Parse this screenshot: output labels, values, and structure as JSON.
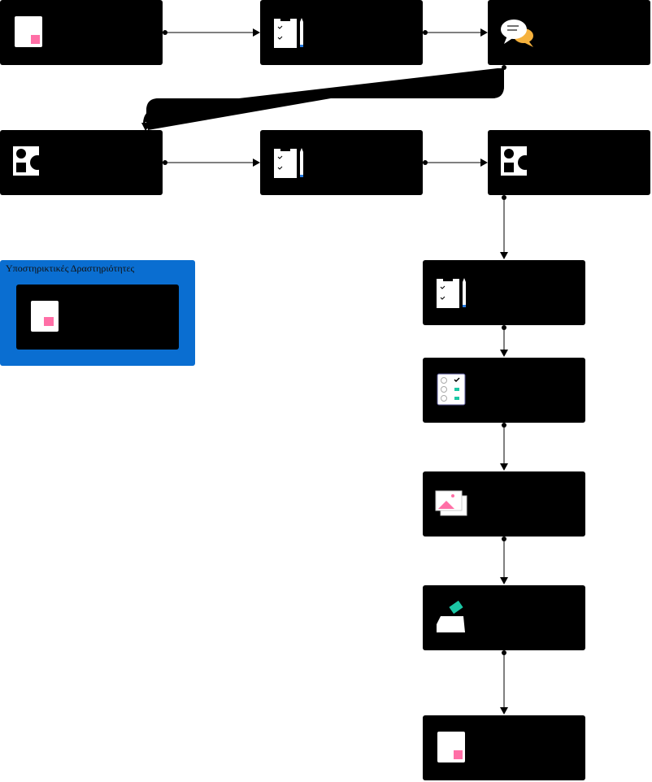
{
  "colors": {
    "node_bg": "#000000",
    "group_bg": "#0a6ed1",
    "connector": "#000000",
    "accent_pink": "#ff6fa6",
    "accent_teal": "#1bc7a5",
    "accent_blue": "#2a7de1",
    "accent_orange": "#f5b13d"
  },
  "support_group": {
    "title": "Υποστηρικτικές Δραστηριότητες"
  },
  "nodes": [
    {
      "id": "n1",
      "icon": "document-icon"
    },
    {
      "id": "n2",
      "icon": "clipboard-pencil-icon"
    },
    {
      "id": "n3",
      "icon": "chat-bubbles-icon"
    },
    {
      "id": "n4",
      "icon": "shapes-icon"
    },
    {
      "id": "n5",
      "icon": "clipboard-pencil-icon"
    },
    {
      "id": "n6",
      "icon": "shapes-icon"
    },
    {
      "id": "n7",
      "icon": "clipboard-pencil-icon"
    },
    {
      "id": "n8",
      "icon": "checklist-icon"
    },
    {
      "id": "n9",
      "icon": "image-gallery-icon"
    },
    {
      "id": "n10",
      "icon": "ballot-box-icon"
    },
    {
      "id": "n11",
      "icon": "document-icon"
    },
    {
      "id": "g1",
      "icon": "document-icon"
    }
  ],
  "edges": [
    [
      "n1",
      "n2"
    ],
    [
      "n2",
      "n3"
    ],
    [
      "n3",
      "n4"
    ],
    [
      "n4",
      "n5"
    ],
    [
      "n5",
      "n6"
    ],
    [
      "n6",
      "n7"
    ],
    [
      "n7",
      "n8"
    ],
    [
      "n8",
      "n9"
    ],
    [
      "n9",
      "n10"
    ],
    [
      "n10",
      "n11"
    ]
  ]
}
